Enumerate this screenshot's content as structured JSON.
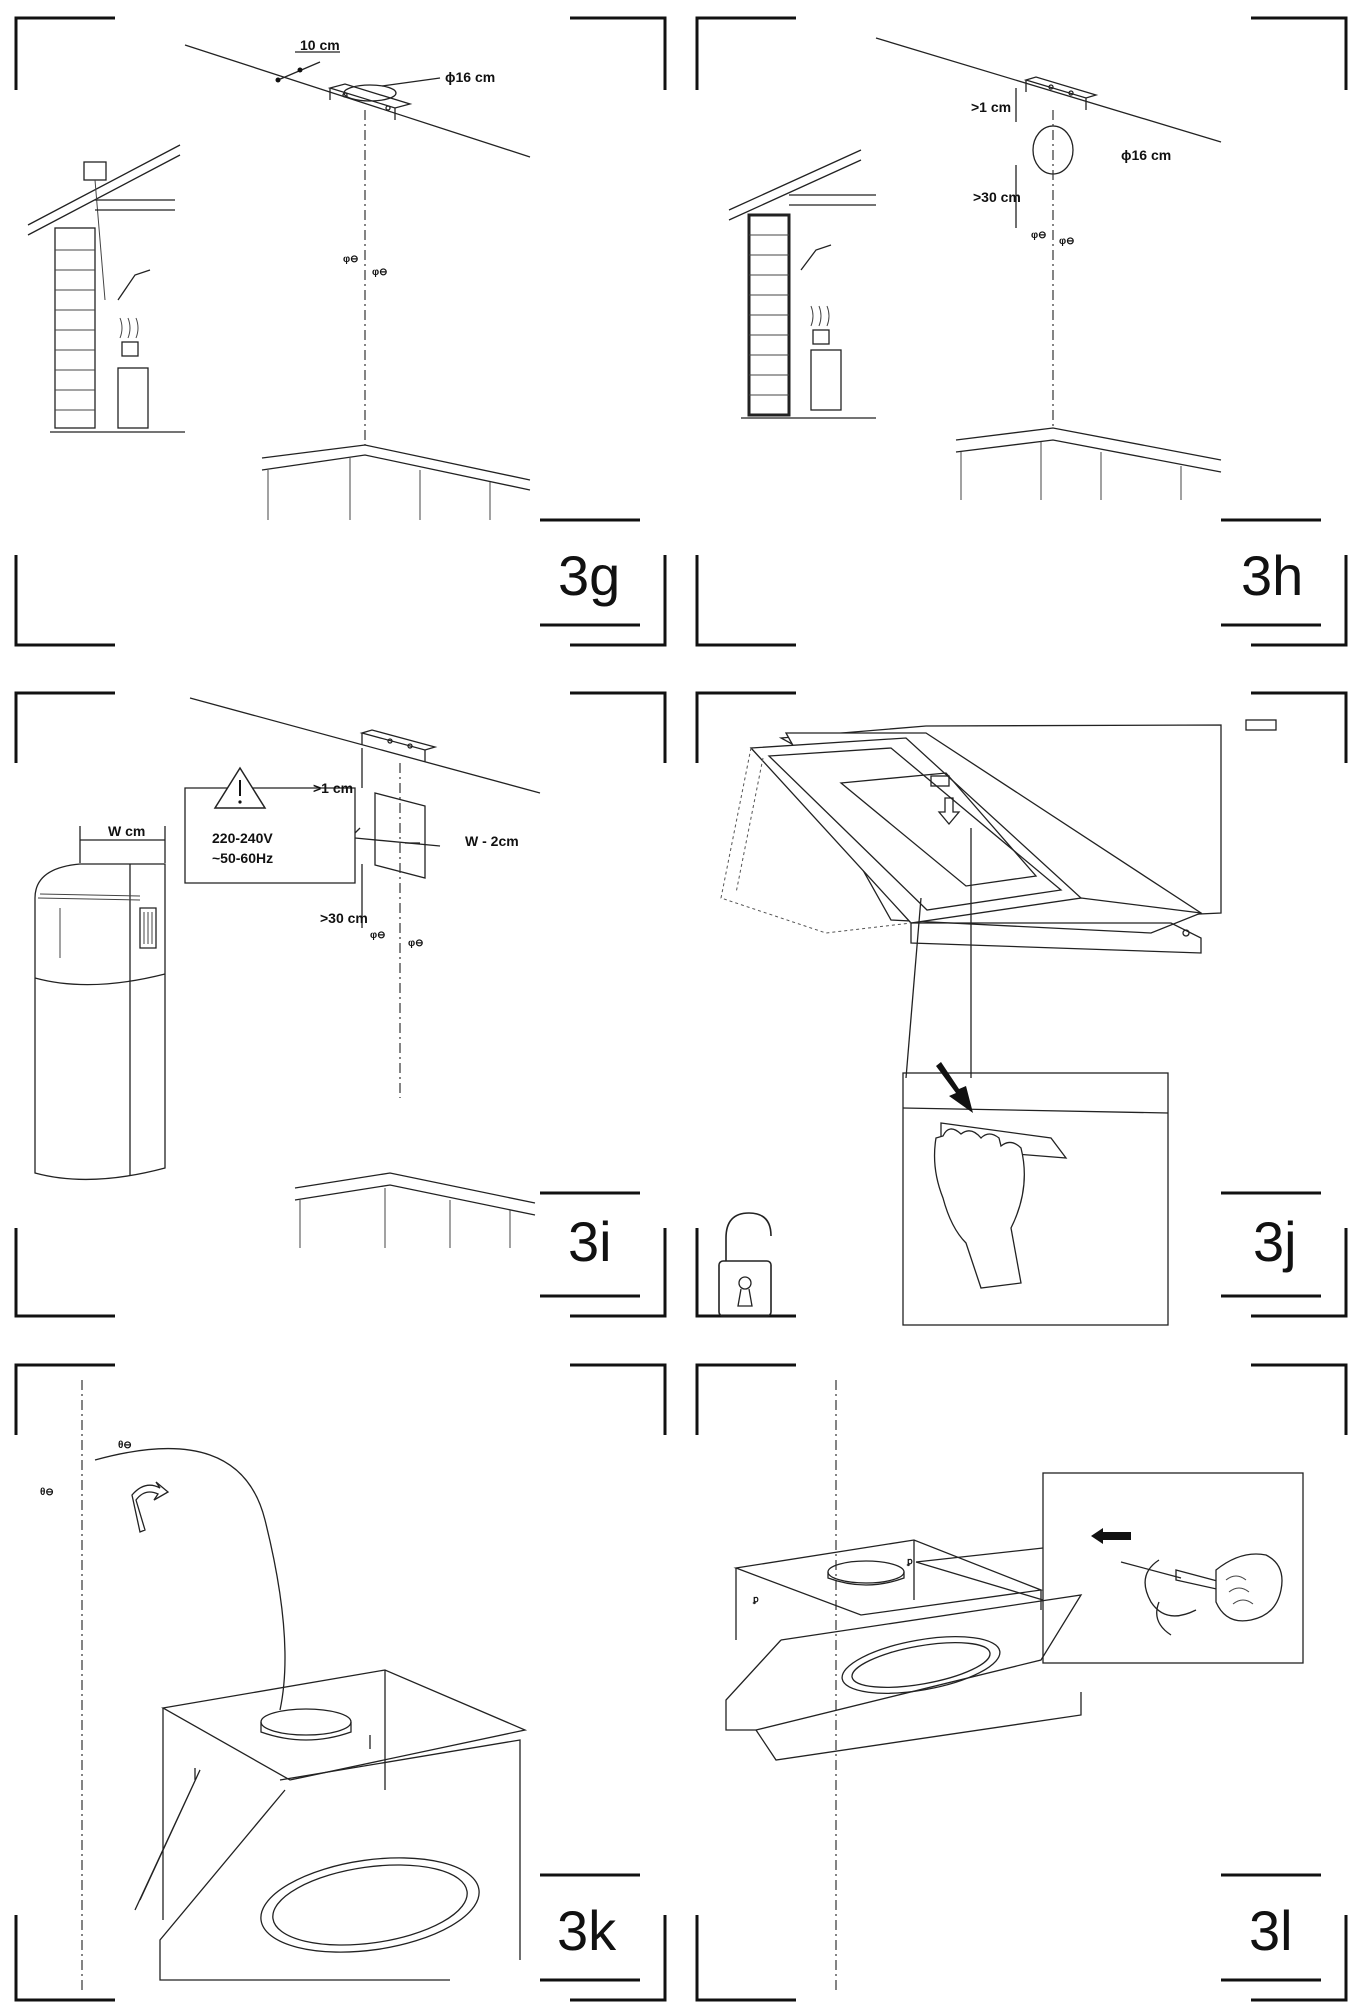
{
  "panels": {
    "p3g": {
      "step": "3g",
      "dim_spacing": "10 cm",
      "dim_diameter": "ϕ16 cm"
    },
    "p3h": {
      "step": "3h",
      "dim_gap": ">1 cm",
      "dim_diameter": "ϕ16 cm",
      "dim_height": ">30 cm"
    },
    "p3i": {
      "step": "3i",
      "dim_width": "W cm",
      "dim_gap": ">1 cm",
      "voltage": "220-240V",
      "frequency": "~50-60Hz",
      "dim_plate": "W - 2cm",
      "dim_height": ">30 cm"
    },
    "p3j": {
      "step": "3j"
    },
    "p3k": {
      "step": "3k"
    },
    "p3l": {
      "step": "3l"
    }
  },
  "icons": [
    "warning-triangle-icon",
    "padlock-unlocked-icon",
    "push-arrow-icon",
    "rotate-arrow-icon",
    "screwdriver-icon"
  ],
  "colors": {
    "line": "#222222",
    "background": "#ffffff"
  }
}
